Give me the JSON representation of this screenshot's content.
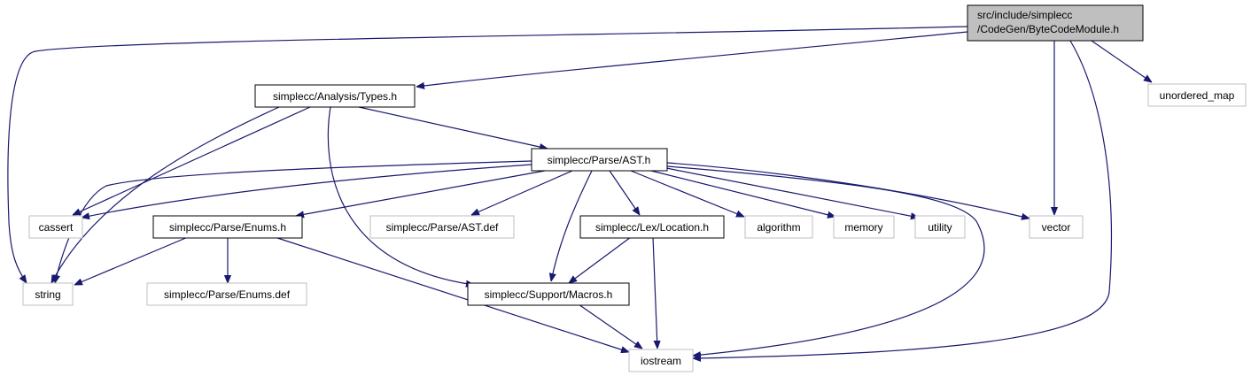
{
  "graph": {
    "root": {
      "line1": "src/include/simplecc",
      "line2": "/CodeGen/ByteCodeModule.h"
    },
    "nodes": {
      "types_h": "simplecc/Analysis/Types.h",
      "unordered_map": "unordered_map",
      "ast_h": "simplecc/Parse/AST.h",
      "cassert": "cassert",
      "enums_h": "simplecc/Parse/Enums.h",
      "ast_def": "simplecc/Parse/AST.def",
      "location_h": "simplecc/Lex/Location.h",
      "algorithm": "algorithm",
      "memory": "memory",
      "utility": "utility",
      "vector": "vector",
      "string": "string",
      "enums_def": "simplecc/Parse/Enums.def",
      "macros_h": "simplecc/Support/Macros.h",
      "iostream": "iostream"
    },
    "colors": {
      "edge": "#191970",
      "root_fill": "#bfbfbf",
      "external_border": "#bfbfbf"
    }
  }
}
